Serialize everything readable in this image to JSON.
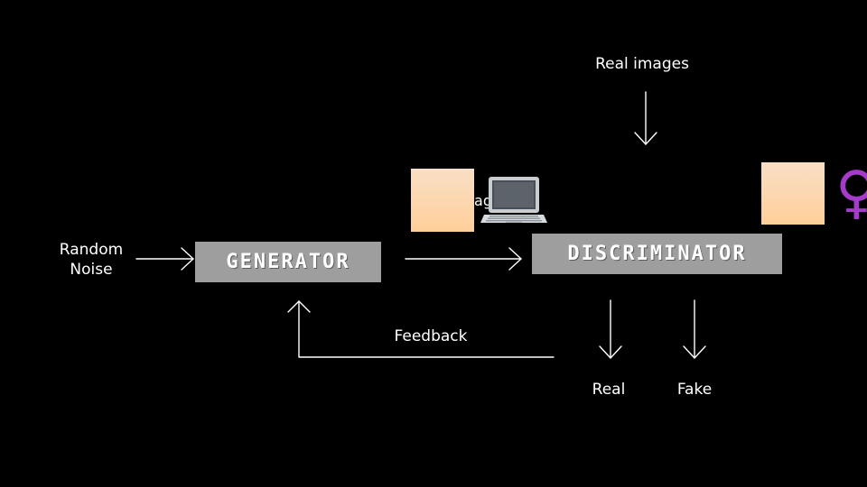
{
  "labels": {
    "real_images": "Real images",
    "random_noise_line1": "Random",
    "random_noise_line2": "Noise",
    "feedback": "Feedback",
    "real": "Real",
    "fake": "Fake",
    "partial_label": "ag"
  },
  "boxes": {
    "generator": "GENERATOR",
    "discriminator": "DISCRIMINATOR"
  },
  "colors": {
    "background": "#000000",
    "box_fill": "#9e9e9e",
    "arrow": "#ffffff",
    "swatch": "#fcd9b0",
    "female_sign": "#a53cc9"
  },
  "icons": [
    "laptop-icon",
    "female-sign-icon"
  ],
  "glyphs": {
    "female_sign": "♀"
  }
}
